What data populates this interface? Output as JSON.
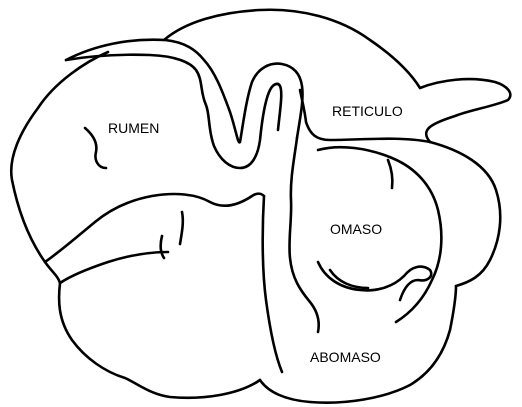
{
  "diagram": {
    "labels": {
      "rumen": "RUMEN",
      "reticulo": "RETICULO",
      "omaso": "OMASO",
      "abomaso": "ABOMASO"
    },
    "colors": {
      "stroke": "#000000",
      "background": "#ffffff"
    }
  }
}
